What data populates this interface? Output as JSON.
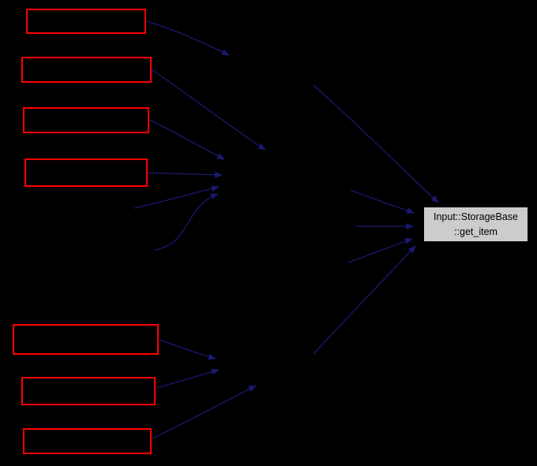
{
  "diagram": {
    "type": "call-graph",
    "target_node": {
      "label_line1": "Input::StorageBase",
      "label_line2": "::get_item"
    },
    "caller_node_count": 7,
    "caller_nodes_note": "red-outlined nodes render with no visible label text"
  },
  "colors": {
    "background": "#000000",
    "edge": "#191970",
    "caller-border": "#ff0000",
    "target-fill": "#cccccc",
    "target-text": "#000000"
  }
}
